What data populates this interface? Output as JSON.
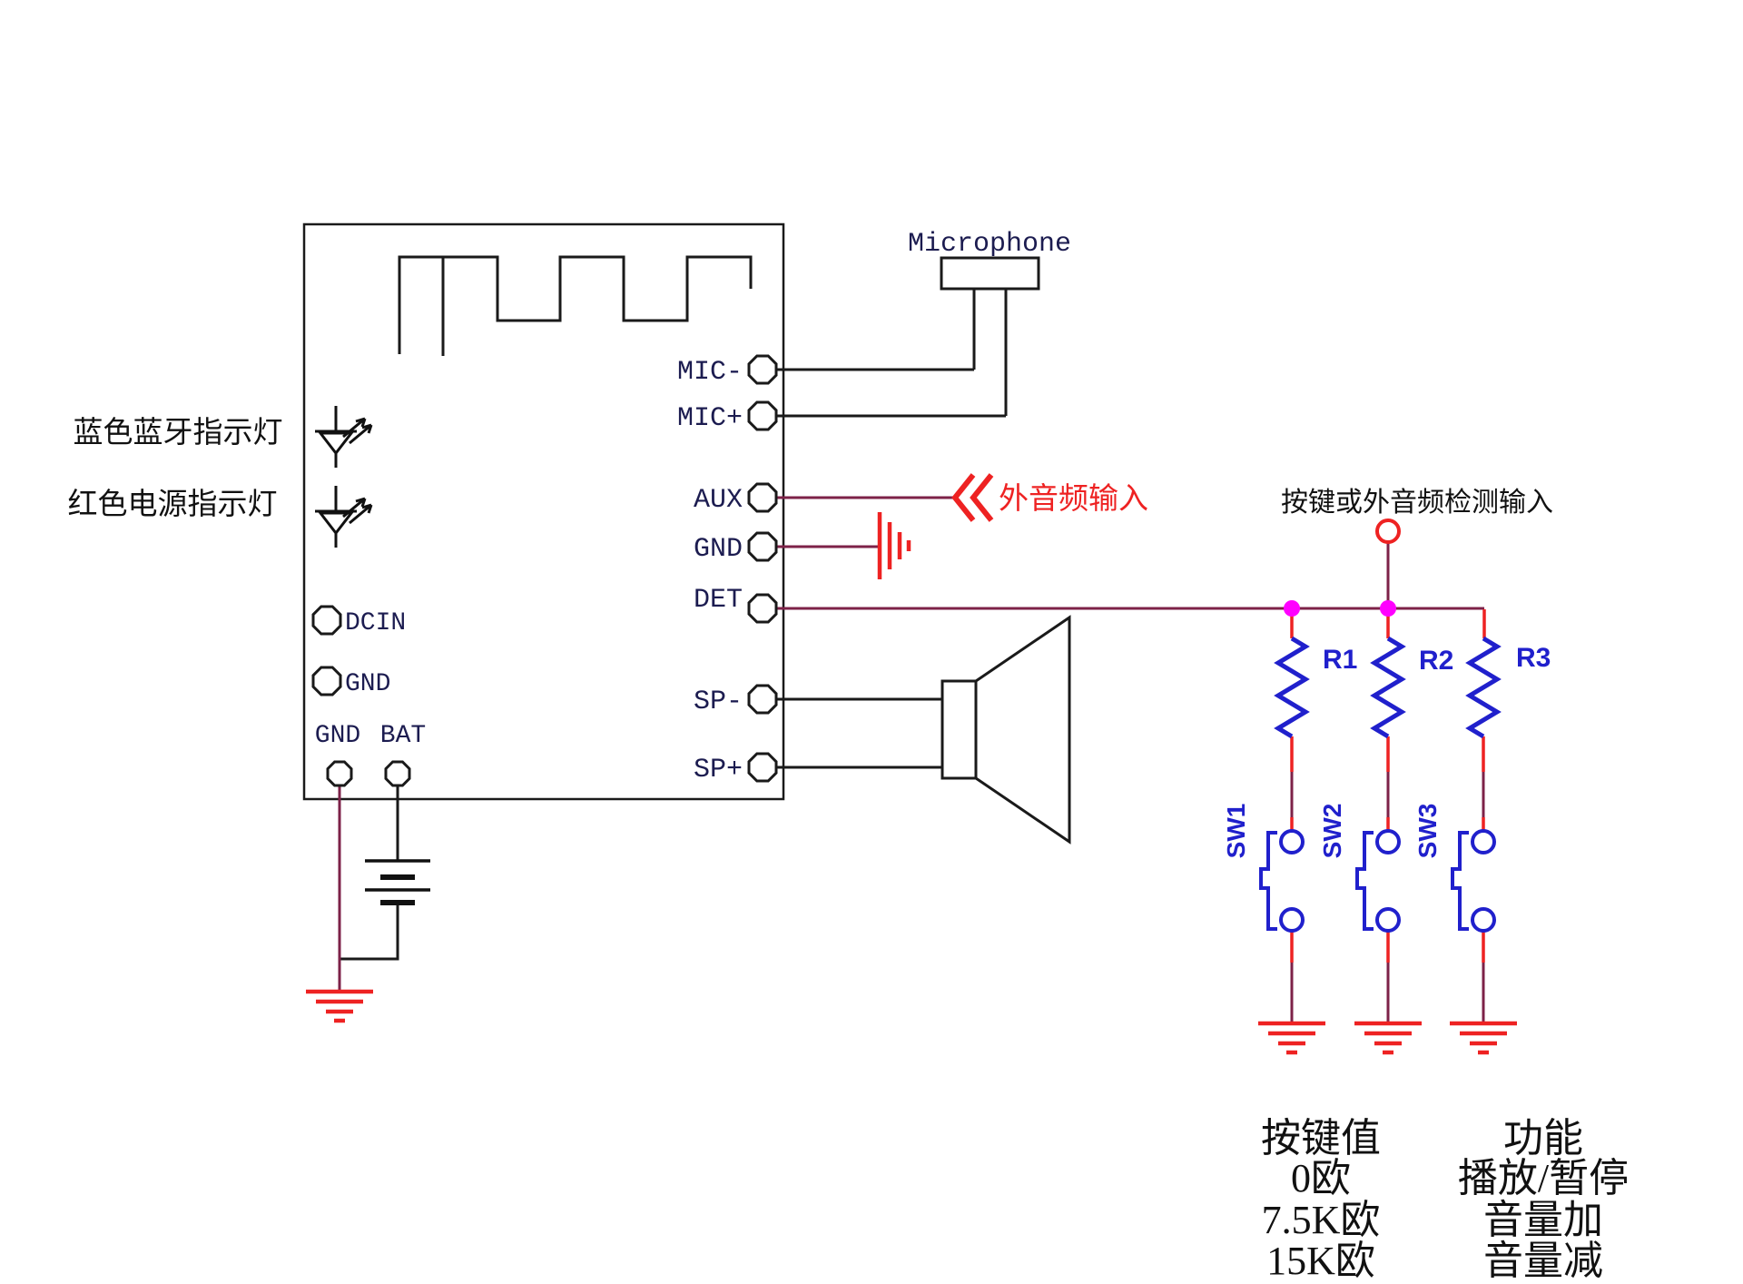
{
  "module": {
    "pins_right": [
      "MIC-",
      "MIC+",
      "AUX",
      "GND",
      "DET",
      "SP-",
      "SP+"
    ],
    "pins_left": [
      "DCIN",
      "GND"
    ],
    "pins_bottom": [
      "GND",
      "BAT"
    ]
  },
  "annotations": {
    "blue_led_label": "蓝色蓝牙指示灯",
    "red_led_label": "红色电源指示灯",
    "microphone_label": "Microphone",
    "aux_input_label": "外音频输入",
    "det_input_label": "按键或外音频检测输入"
  },
  "components": {
    "resistors": [
      "R1",
      "R2",
      "R3"
    ],
    "switches": [
      "SW1",
      "SW2",
      "SW3"
    ]
  },
  "table": {
    "headers": [
      "按键值",
      "功能"
    ],
    "rows": [
      {
        "value": "0欧",
        "function": "播放/暂停"
      },
      {
        "value": "7.5K欧",
        "function": "音量加"
      },
      {
        "value": "15K欧",
        "function": "音量减"
      }
    ]
  },
  "colors": {
    "wire_maroon": "#7d2248",
    "accent_red": "#ee2222",
    "component_blue": "#2020cc",
    "junction_magenta": "#ff00ff",
    "outline_black": "#1a1a1a",
    "pin_text_navy": "#1c1c50"
  }
}
